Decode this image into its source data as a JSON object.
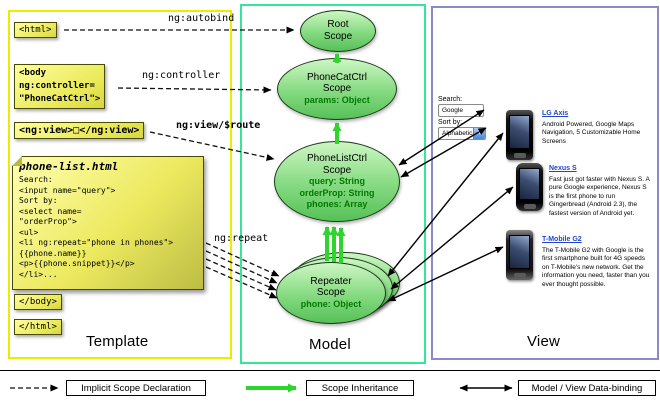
{
  "colors": {
    "template_border": "#f0ea00",
    "model_border": "#33e699",
    "view_border": "#8a8ac8",
    "scope_fill": "#84da80",
    "scope_prop_text": "#007a00",
    "inheritance_arrow": "#2fd42f",
    "note_fill": "#ece95e",
    "link_blue": "#2244cc"
  },
  "columns": {
    "template_label": "Template",
    "model_label": "Model",
    "view_label": "View"
  },
  "template": {
    "html_open": "<html>",
    "body_open": "<body\nng:controller=\n\"PhoneCatCtrl\">",
    "ng_view": "<ng:view>□</ng:view>",
    "note_title": "phone-list.html",
    "note_code": "Search:\n<input name=\"query\">\nSort by:\n<select name=\n\"orderProp\">\n<ul>\n<li ng:repeat=\"phone in phones\">\n{{phone.name}}\n<p>{{phone.snippet}}</p>\n</li>...",
    "body_close": "</body>",
    "html_close": "</html>"
  },
  "arrow_labels": {
    "autobind": "ng:autobind",
    "controller": "ng:controller",
    "view_route": "ng:view/$route",
    "repeat": "ng:repeat"
  },
  "model": {
    "root": {
      "name": "Root\nScope"
    },
    "phonecat": {
      "name": "PhoneCatCtrl\nScope",
      "props": [
        "params: Object"
      ]
    },
    "phonelist": {
      "name": "PhoneListCtrl\nScope",
      "props": [
        "query: String",
        "orderProp: String",
        "phones: Array"
      ]
    },
    "repeater": {
      "name": "Repeater\nScope",
      "props": [
        "phone: Object"
      ]
    }
  },
  "view": {
    "search_label": "Search:",
    "search_value": "Google",
    "sort_label": "Sort by:",
    "sort_value": "Alphabetical",
    "phones": [
      {
        "name": "LG Axis",
        "desc": "Android Powered, Google Maps Navigation, 5 Customizable Home Screens"
      },
      {
        "name": "Nexus S",
        "desc": "Fast just got faster with Nexus S. A pure Google experience, Nexus S is the first phone to run Gingerbread (Android 2.3), the fastest version of Android yet."
      },
      {
        "name": "T-Mobile G2",
        "desc": "The T-Mobile G2 with Google is the first smartphone built for 4G speeds on T-Mobile's new network. Get the information you need, faster than you ever thought possible."
      }
    ]
  },
  "legend": {
    "implicit": "Implicit Scope Declaration",
    "inheritance": "Scope Inheritance",
    "binding": "Model / View Data-binding"
  }
}
